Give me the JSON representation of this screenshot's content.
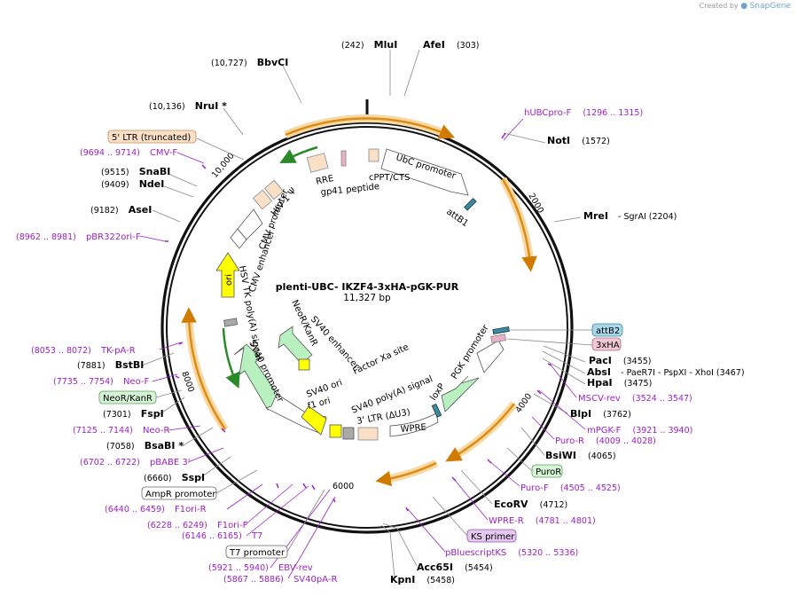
{
  "credit": {
    "prefix": "Created by",
    "brand": "SnapGene"
  },
  "plasmid": {
    "name": "plenti-UBC- IKZF4-3xHA-pGK-PUR",
    "size": "11,327 bp"
  },
  "ticks": [
    "2000",
    "4000",
    "6000",
    "8000",
    "10,000"
  ],
  "sites": [
    {
      "pre": "(242)",
      "name": "MluI",
      "post": ""
    },
    {
      "pre": "",
      "name": "AfeI",
      "post": "(303)"
    },
    {
      "pre": "(10,727)",
      "name": "BbvCI",
      "post": ""
    },
    {
      "pre": "(10,136)",
      "name": "NruI *",
      "post": ""
    },
    {
      "pre": "",
      "name": "NotI",
      "post": "(1572)"
    },
    {
      "pre": "",
      "name": "MreI",
      "post": "- SgrAI   (2204)"
    },
    {
      "pre": "(9515)",
      "name": "SnaBI",
      "post": ""
    },
    {
      "pre": "(9409)",
      "name": "NdeI",
      "post": ""
    },
    {
      "pre": "(9182)",
      "name": "AseI",
      "post": ""
    },
    {
      "pre": "",
      "name": "PacI",
      "post": "(3455)"
    },
    {
      "pre": "",
      "name": "AbsI",
      "post": "- PaeR7I   - PspXI   - XhoI   (3467)"
    },
    {
      "pre": "",
      "name": "HpaI",
      "post": "(3475)"
    },
    {
      "pre": "(7881)",
      "name": "BstBI",
      "post": ""
    },
    {
      "pre": "",
      "name": "BlpI",
      "post": "(3762)"
    },
    {
      "pre": "(7301)",
      "name": "FspI",
      "post": ""
    },
    {
      "pre": "(7058)",
      "name": "BsaBI *",
      "post": ""
    },
    {
      "pre": "",
      "name": "BsiWI",
      "post": "(4065)"
    },
    {
      "pre": "(6660)",
      "name": "SspI",
      "post": ""
    },
    {
      "pre": "",
      "name": "EcoRV",
      "post": "(4712)"
    },
    {
      "pre": "",
      "name": "Acc65I",
      "post": "(5454)"
    },
    {
      "pre": "",
      "name": "KpnI",
      "post": "(5458)"
    }
  ],
  "primers": [
    {
      "name": "hUBCpro-F",
      "range": "(1296 .. 1315)"
    },
    {
      "name": "CMV-F",
      "range": "(9694 .. 9714)"
    },
    {
      "name": "pBR322ori-F",
      "range": "(8962 .. 8981)"
    },
    {
      "name": "TK-pA-R",
      "range": "(8053 .. 8072)"
    },
    {
      "name": "Neo-F",
      "range": "(7735 .. 7754)"
    },
    {
      "name": "Neo-R",
      "range": "(7125 .. 7144)"
    },
    {
      "name": "pBABE 3'",
      "range": "(6702 .. 6722)"
    },
    {
      "name": "F1ori-R",
      "range": "(6440 .. 6459)"
    },
    {
      "name": "F1ori-F",
      "range": "(6228 .. 6249)"
    },
    {
      "name": "T7",
      "range": "(6146 .. 6165)"
    },
    {
      "name": "EBV-rev",
      "range": "(5921 .. 5940)"
    },
    {
      "name": "SV40pA-R",
      "range": "(5867 .. 5886)"
    },
    {
      "name": "MSCV-rev",
      "range": "(3524 .. 3547)"
    },
    {
      "name": "mPGK-F",
      "range": "(3921 .. 3940)"
    },
    {
      "name": "Puro-R",
      "range": "(4009 .. 4028)"
    },
    {
      "name": "Puro-F",
      "range": "(4505 .. 4525)"
    },
    {
      "name": "WPRE-R",
      "range": "(4781 .. 4801)"
    },
    {
      "name": "pBluescriptKS",
      "range": "(5320 .. 5336)"
    }
  ],
  "boxed_labels": [
    {
      "text": "5' LTR (truncated)",
      "fill": "#fbe0c8",
      "stroke": "#c98a55"
    },
    {
      "text": "attB2",
      "fill": "#a8d8e8",
      "stroke": "#3d8aa0"
    },
    {
      "text": "3xHA",
      "fill": "#f0c8d4",
      "stroke": "#b06880"
    },
    {
      "text": "NeoR/KanR",
      "fill": "#d6f5d6",
      "stroke": "#5aa05a"
    },
    {
      "text": "PuroR",
      "fill": "#d6f5d6",
      "stroke": "#5aa05a"
    },
    {
      "text": "AmpR promoter",
      "fill": "#ffffff",
      "stroke": "#666666"
    },
    {
      "text": "T7 promoter",
      "fill": "#ffffff",
      "stroke": "#666666"
    },
    {
      "text": "KS primer",
      "fill": "#e4c8f0",
      "stroke": "#8e55b0"
    }
  ],
  "features": [
    "UbC promoter",
    "cPPT/CTS",
    "RRE",
    "gp41 peptide",
    "HIV-1 Ψ",
    "attB1",
    "CMV promoter",
    "CMV enhancer",
    "ori",
    "HSV TK poly(A) signal",
    "SV40 promoter",
    "NeoR/KanR",
    "SV40 enhancer",
    "Factor Xa site",
    "PGK promoter",
    "SV40 ori",
    "f1 ori",
    "SV40 poly(A) signal",
    "loxP",
    "3' LTR (ΔU3)",
    "WPRE"
  ],
  "colors": {
    "primer": "#9b1fc9",
    "orf_orange": "#e08a10",
    "orf_glow": "#f7d9a6",
    "promoter_green": "#b8f0c0",
    "ori_yellow": "#ffff00",
    "ltr_tan": "#fbe0c8"
  }
}
